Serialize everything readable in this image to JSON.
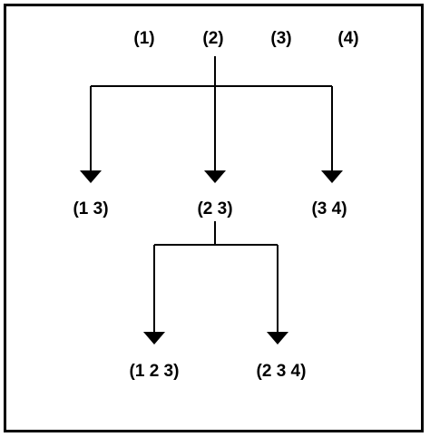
{
  "top_labels": [
    "(1)",
    "(2)",
    "(3)",
    "(4)"
  ],
  "level1_labels": [
    "(1 3)",
    "(2 3)",
    "(3 4)"
  ],
  "level2_labels": [
    "(1 2 3)",
    "(2 3 4)"
  ],
  "colors": {
    "line": "#000000",
    "text": "#000000",
    "background": "#ffffff"
  }
}
